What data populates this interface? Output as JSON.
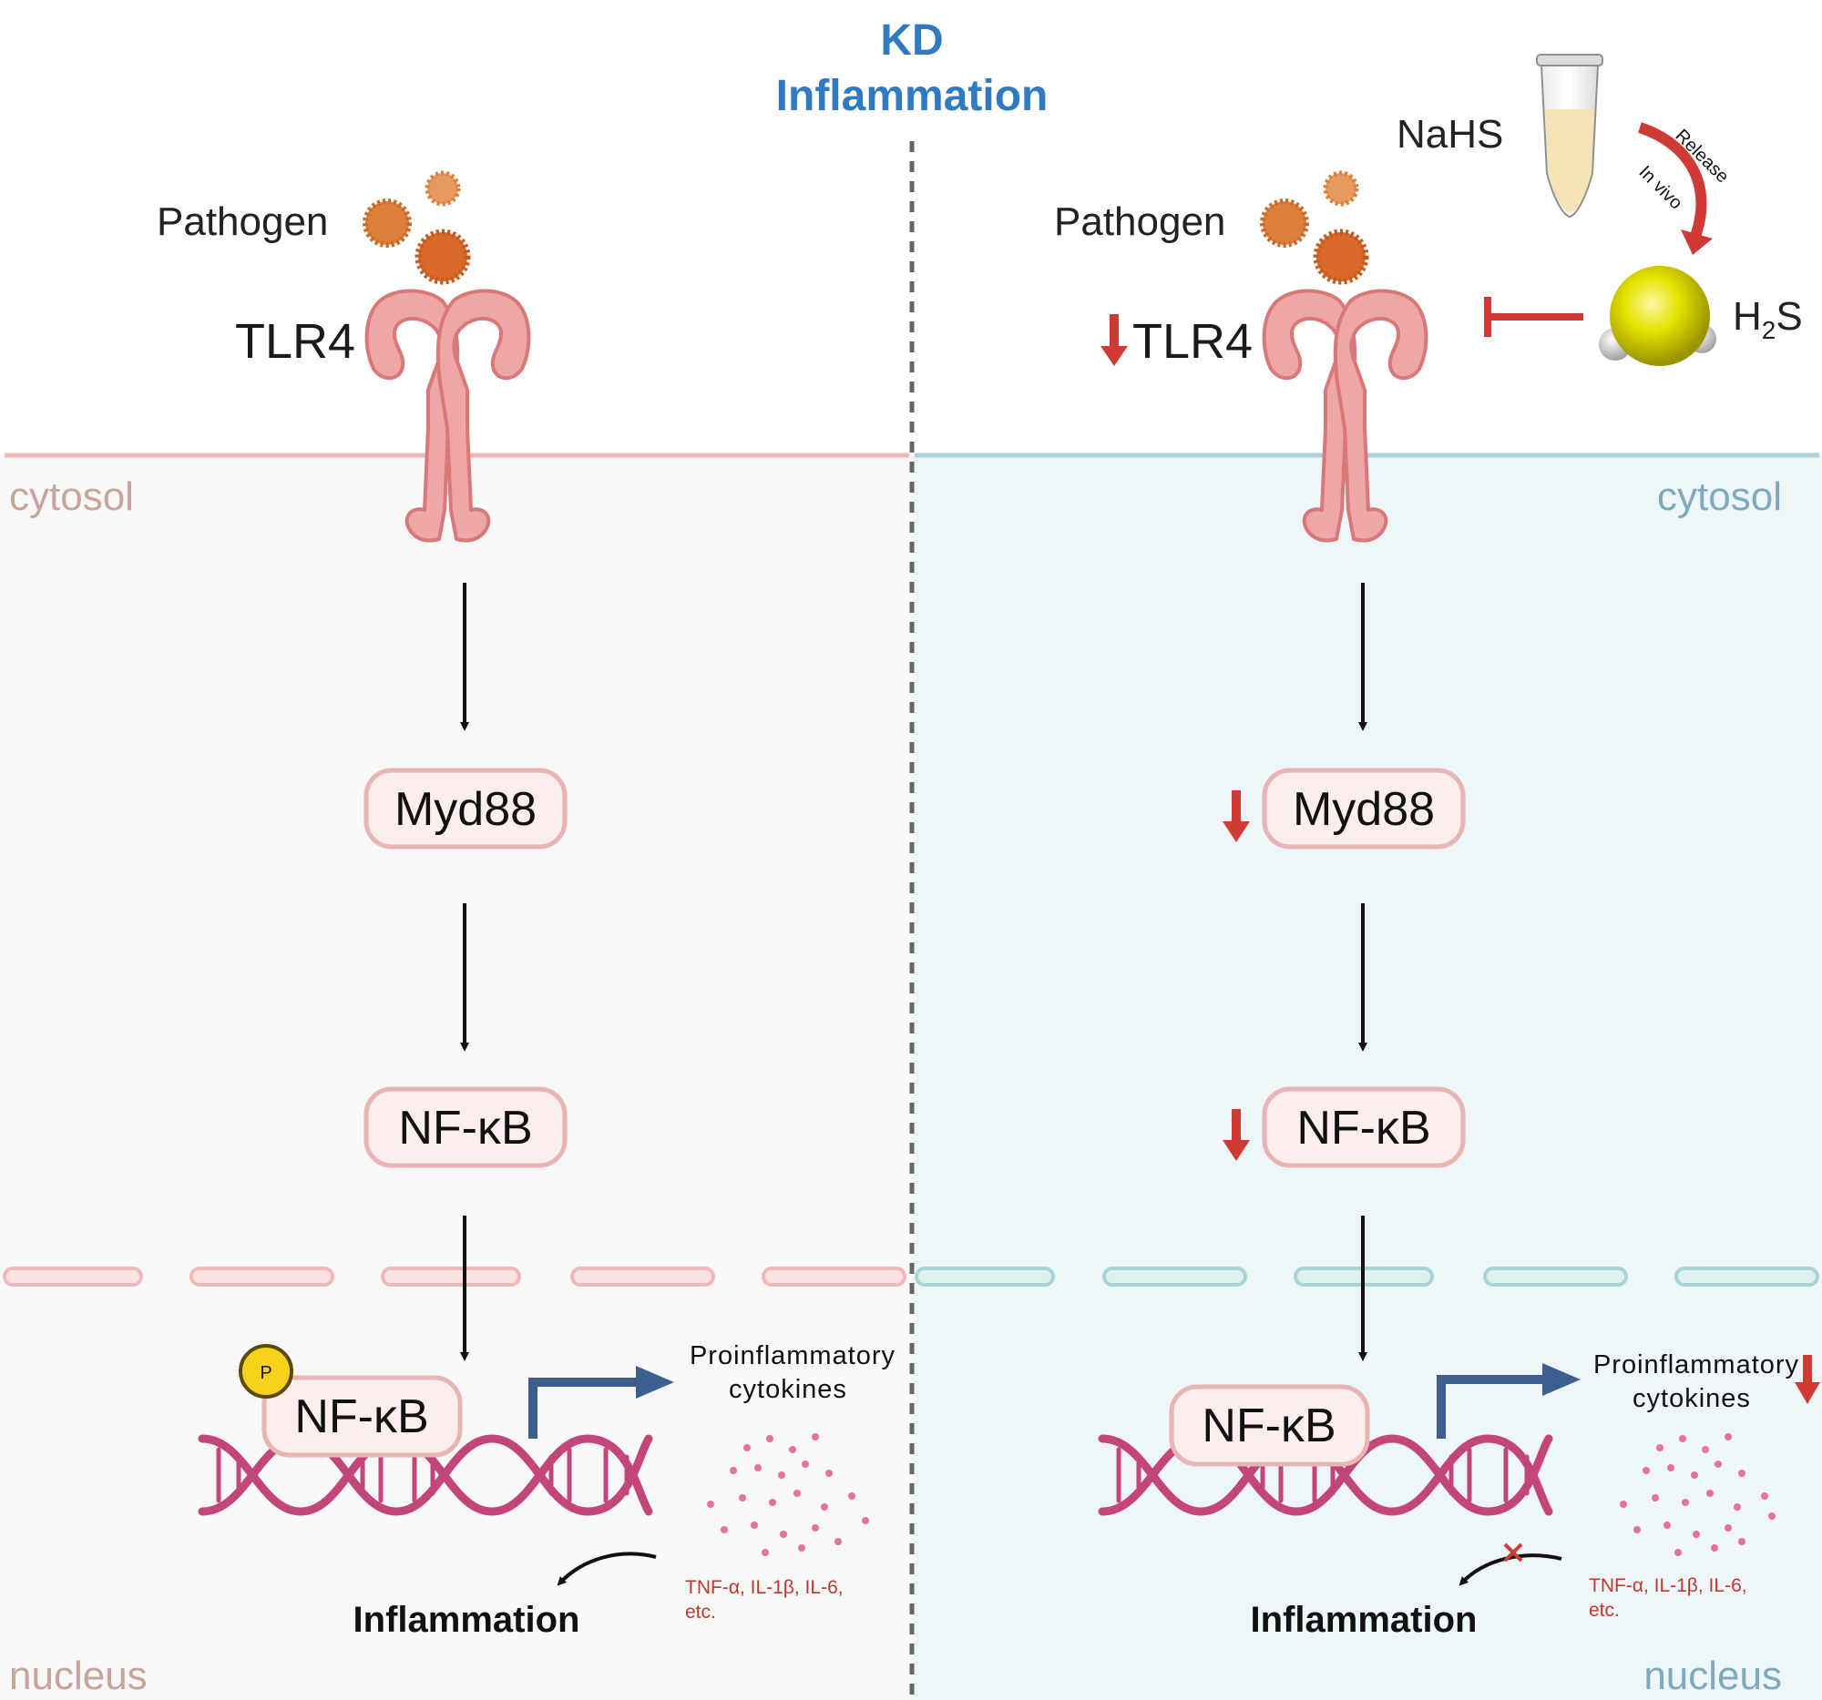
{
  "title": {
    "line1": "KD",
    "line2": "Inflammation"
  },
  "left": {
    "pathogen": "Pathogen",
    "receptor": "TLR4",
    "cytosol": "cytosol",
    "nucleus": "nucleus",
    "adaptor": "Myd88",
    "factor": "NF-κB",
    "factor_nuclear": "NF-κB",
    "phospho": "P",
    "cytokines_line1": "Proinflammatory",
    "cytokines_line2": "cytokines",
    "cytokine_list_line1": "TNF-α, IL-1β, IL-6,",
    "cytokine_list_line2": "etc.",
    "outcome": "Inflammation"
  },
  "right": {
    "pathogen": "Pathogen",
    "receptor": "TLR4",
    "cytosol": "cytosol",
    "nucleus": "nucleus",
    "adaptor": "Myd88",
    "factor": "NF-κB",
    "factor_nuclear": "NF-κB",
    "cytokines_line1": "Proinflammatory",
    "cytokines_line2": "cytokines",
    "cytokine_list_line1": "TNF-α, IL-1β, IL-6,",
    "cytokine_list_line2": "etc.",
    "outcome": "Inflammation",
    "donor": "NaHS",
    "release": "Release",
    "in_vivo": "In vivo",
    "gas_main": "H",
    "gas_sub": "2",
    "gas_end": "S"
  },
  "colors": {
    "title": "#2f7ac0",
    "left_membrane": "#f2b8b8",
    "right_membrane": "#a9d3d6",
    "left_background": "#f8f8f8",
    "right_background": "#eef6f9",
    "decrease_arrow": "#d03a34",
    "inhibit": "#d03a34",
    "dna": "#c2467a",
    "receptor": "#eea7a7",
    "pathogen": "#df7f3c",
    "h2s": "#e6e300"
  }
}
